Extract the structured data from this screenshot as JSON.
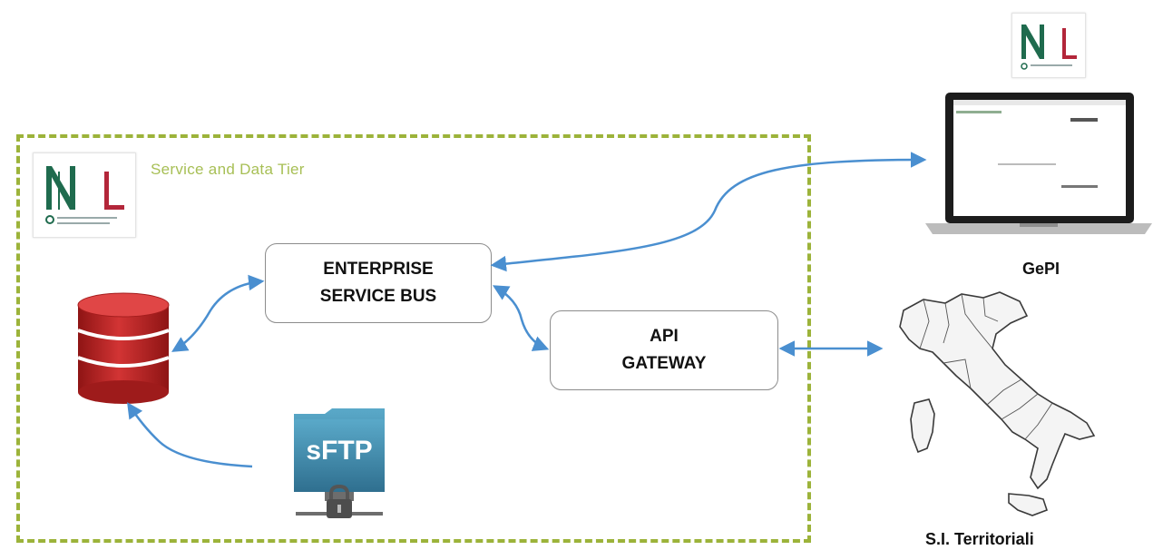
{
  "tier": {
    "label": "Service and Data Tier"
  },
  "esb": {
    "line1": "ENTERPRISE",
    "line2": "SERVICE BUS"
  },
  "api": {
    "line1": "API",
    "line2": "GATEWAY"
  },
  "sftp": {
    "label": "sFTP"
  },
  "gepi": {
    "label": "GePI"
  },
  "territoriali": {
    "label": "S.I. Territoriali"
  },
  "colors": {
    "accent_green": "#9cb33a",
    "arrow_blue": "#4a8fd0",
    "db_red": "#c62828",
    "sftp_teal": "#3b86a6"
  },
  "icons": [
    "logo-icon",
    "database-icon",
    "sftp-folder-icon",
    "padlock-icon",
    "laptop-icon",
    "italy-map-icon"
  ]
}
